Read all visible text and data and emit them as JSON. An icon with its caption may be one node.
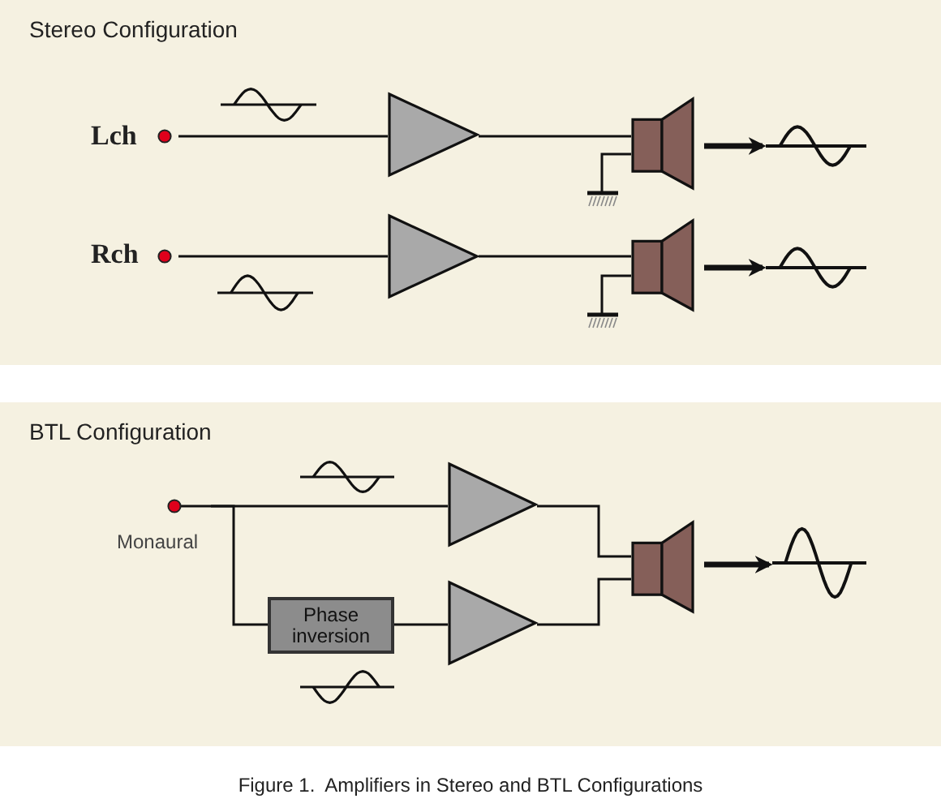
{
  "diagram": {
    "caption": "Figure 1.  Amplifiers in Stereo and BTL Configurations",
    "nodes": [
      {
        "text": [
          "Stereo Configuration"
        ]
      },
      {
        "text": [
          "Lch"
        ],
        "in": 0
      },
      {
        "text": [],
        "shape": "triangle",
        "in": 0
      },
      {
        "text": [],
        "shape": "speaker",
        "in": 0
      },
      {
        "text": [],
        "shape": "wave",
        "in": 0
      },
      {
        "text": [],
        "shape": "ground",
        "in": 0
      },
      {
        "text": [
          "Rch"
        ],
        "in": 0
      },
      {
        "text": [],
        "shape": "triangle",
        "in": 0
      },
      {
        "text": [],
        "shape": "speaker",
        "in": 0
      },
      {
        "text": [],
        "shape": "wave",
        "in": 0
      },
      {
        "text": [],
        "shape": "ground",
        "in": 0
      },
      {
        "text": [
          "BTL Configuration"
        ]
      },
      {
        "text": [
          "Monaural"
        ],
        "in": 11
      },
      {
        "text": [],
        "shape": "triangle",
        "in": 11
      },
      {
        "text": [
          "Phase inversion"
        ],
        "in": 11
      },
      {
        "text": [],
        "shape": "triangle",
        "in": 11
      },
      {
        "text": [],
        "shape": "speaker",
        "in": 11
      },
      {
        "text": [],
        "shape": "wave",
        "in": 11
      }
    ],
    "edges": [
      {
        "from": 1,
        "to": 2,
        "arrow": "none"
      },
      {
        "from": 2,
        "to": 3,
        "arrow": "none"
      },
      {
        "from": 3,
        "to": 4,
        "arrow": "to",
        "style": "thick"
      },
      {
        "from": 3,
        "to": 5,
        "arrow": "none"
      },
      {
        "from": 6,
        "to": 7,
        "arrow": "none"
      },
      {
        "from": 7,
        "to": 8,
        "arrow": "none"
      },
      {
        "from": 8,
        "to": 9,
        "arrow": "to",
        "style": "thick"
      },
      {
        "from": 8,
        "to": 10,
        "arrow": "none"
      },
      {
        "from": 12,
        "to": 13,
        "arrow": "none"
      },
      {
        "from": 12,
        "to": 14,
        "arrow": "none"
      },
      {
        "from": 14,
        "to": 15,
        "arrow": "none"
      },
      {
        "from": 13,
        "to": 16,
        "arrow": "none"
      },
      {
        "from": 15,
        "to": 16,
        "arrow": "none"
      },
      {
        "from": 16,
        "to": 17,
        "arrow": "to",
        "style": "thick"
      }
    ]
  }
}
